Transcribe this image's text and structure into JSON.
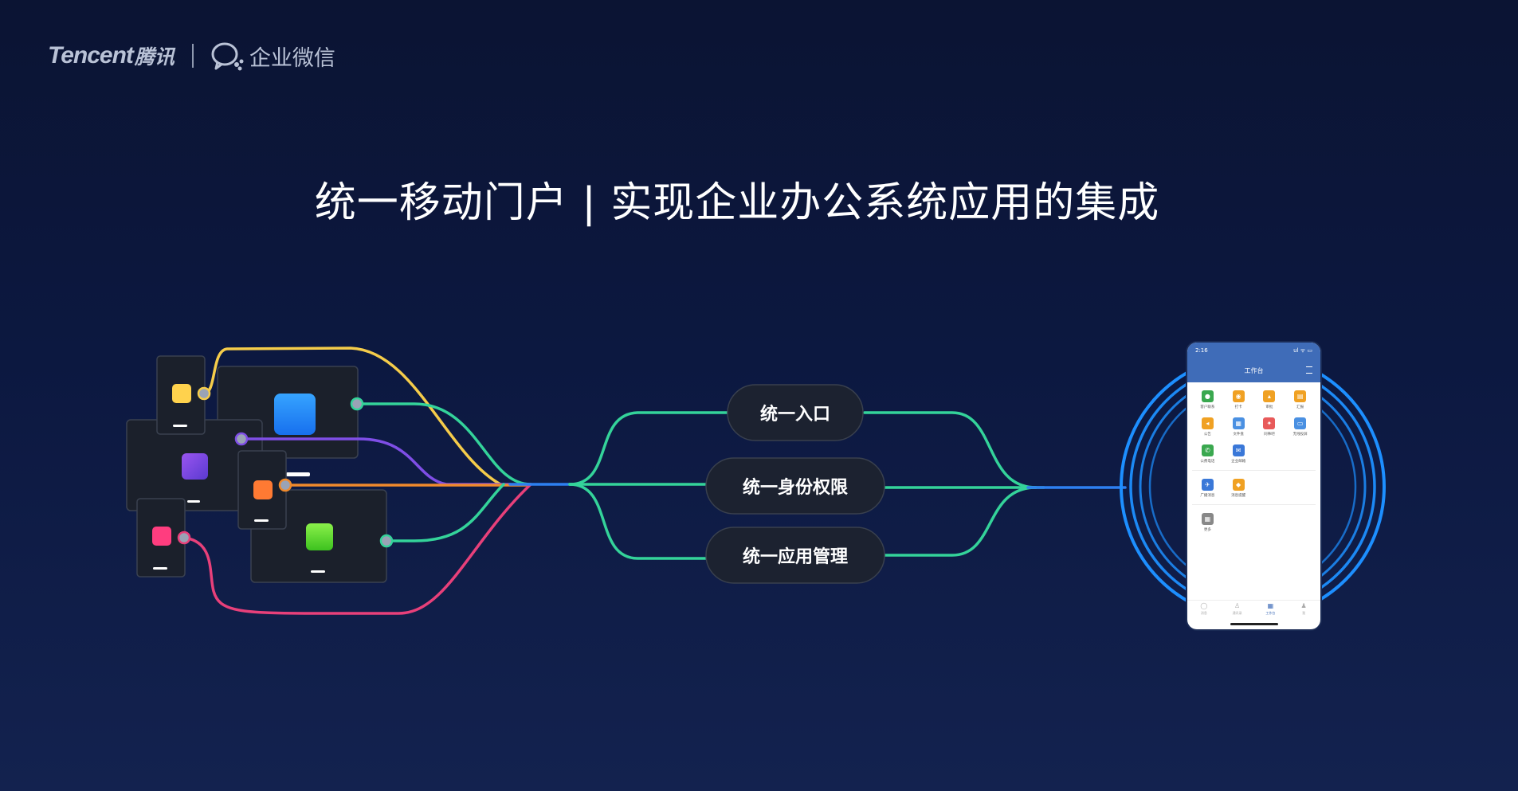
{
  "brand": {
    "tencent": "Tencent",
    "tencent_cn": "腾讯",
    "wecom": "企业微信"
  },
  "title": "统一移动门户 | 实现企业办公系统应用的集成",
  "diagram": {
    "hub_labels": [
      "统一入口",
      "统一身份权限",
      "统一应用管理"
    ],
    "device_colors": {
      "tablet_blue": "#1e8bff",
      "tablet_purple": "#7b4ae0",
      "phone_yellow": "#ffd24d",
      "phone_orange": "#ff7a33",
      "phone_pink": "#ff3d7f",
      "tablet_green": "#62de2a"
    },
    "line_colors": {
      "yellow": "#f5cc4a",
      "green": "#34d39a",
      "purple": "#7f4ee6",
      "orange": "#f08a2c",
      "pink": "#e8407a",
      "blue": "#2d7ff0"
    },
    "ring_color": "#1d8fff"
  },
  "phone": {
    "time": "2:16",
    "status_right": "ul ᯤ ▭",
    "header_title": "工作台",
    "apps": [
      {
        "label": "客户联系",
        "color": "#3aa84f",
        "glyph": "●"
      },
      {
        "label": "打卡",
        "color": "#f0a123",
        "glyph": "◉"
      },
      {
        "label": "审批",
        "color": "#f0a123",
        "glyph": "▴"
      },
      {
        "label": "汇报",
        "color": "#f0a123",
        "glyph": "▤"
      },
      {
        "label": "公告",
        "color": "#f0a123",
        "glyph": "◂"
      },
      {
        "label": "文件盘",
        "color": "#4a90e2",
        "glyph": "▦"
      },
      {
        "label": "同事吧",
        "color": "#e85a5a",
        "glyph": "✦"
      },
      {
        "label": "无线投屏",
        "color": "#4a90e2",
        "glyph": "▭"
      },
      {
        "label": "公费电话",
        "color": "#3aa84f",
        "glyph": "✆"
      },
      {
        "label": "企业邮箱",
        "color": "#3a78d8",
        "glyph": "✉"
      }
    ],
    "apps2": [
      {
        "label": "广播消息",
        "color": "#3a78d8",
        "glyph": "✈"
      },
      {
        "label": "消息提醒",
        "color": "#f0a123",
        "glyph": "◆"
      }
    ],
    "apps3": [
      {
        "label": "更多",
        "color": "#888888",
        "glyph": "▦"
      }
    ],
    "tabs": [
      {
        "label": "消息",
        "icon": "◯"
      },
      {
        "label": "通讯录",
        "icon": "♙"
      },
      {
        "label": "工作台",
        "icon": "▦"
      },
      {
        "label": "我",
        "icon": "♟"
      }
    ]
  }
}
